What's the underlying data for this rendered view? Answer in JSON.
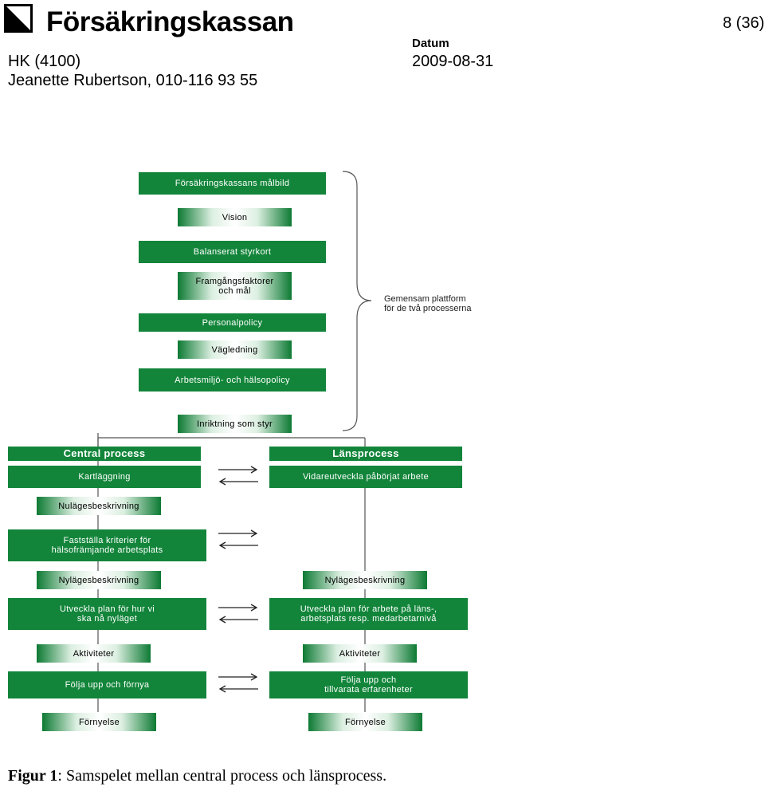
{
  "header": {
    "logo_text": "Försäkringskassan",
    "page_number": "8 (36)",
    "department": "HK (4100)",
    "contact": "Jeanette Rubertson, 010-116 93 55",
    "date_label": "Datum",
    "date_value": "2009-08-31"
  },
  "diagram": {
    "top_stack": [
      "Försäkringskassans målbild",
      "Vision",
      "Balanserat styrkort",
      "Framgångsfaktorer\noch mål",
      "Personalpolicy",
      "Vägledning",
      "Arbetsmiljö- och hälsopolicy",
      "Inriktning som styr"
    ],
    "platform_label": "Gemensam plattform\nför de två processerna",
    "central": {
      "title": "Central process",
      "steps": [
        "Kartläggning",
        "Nulägesbeskrivning",
        "Fastställa kriterier för\nhälsofrämjande arbetsplats",
        "Nylägesbeskrivning",
        "Utveckla plan för hur vi\nska nå nyläget",
        "Aktiviteter",
        "Följa upp och förnya",
        "Förnyelse"
      ]
    },
    "lans": {
      "title": "Länsprocess",
      "steps": [
        "Vidareutveckla påbörjat arbete",
        "Nylägesbeskrivning",
        "Utveckla plan för arbete på läns-,\narbetsplats resp. medarbetarnivå",
        "Aktiviteter",
        "Följa upp och\ntillvarata erfarenheter",
        "Förnyelse"
      ]
    }
  },
  "caption": {
    "label": "Figur 1",
    "text": ": Samspelet mellan central process och länsprocess."
  },
  "colors": {
    "green": "#12853a",
    "gradient_edge": "#0d7a33"
  }
}
